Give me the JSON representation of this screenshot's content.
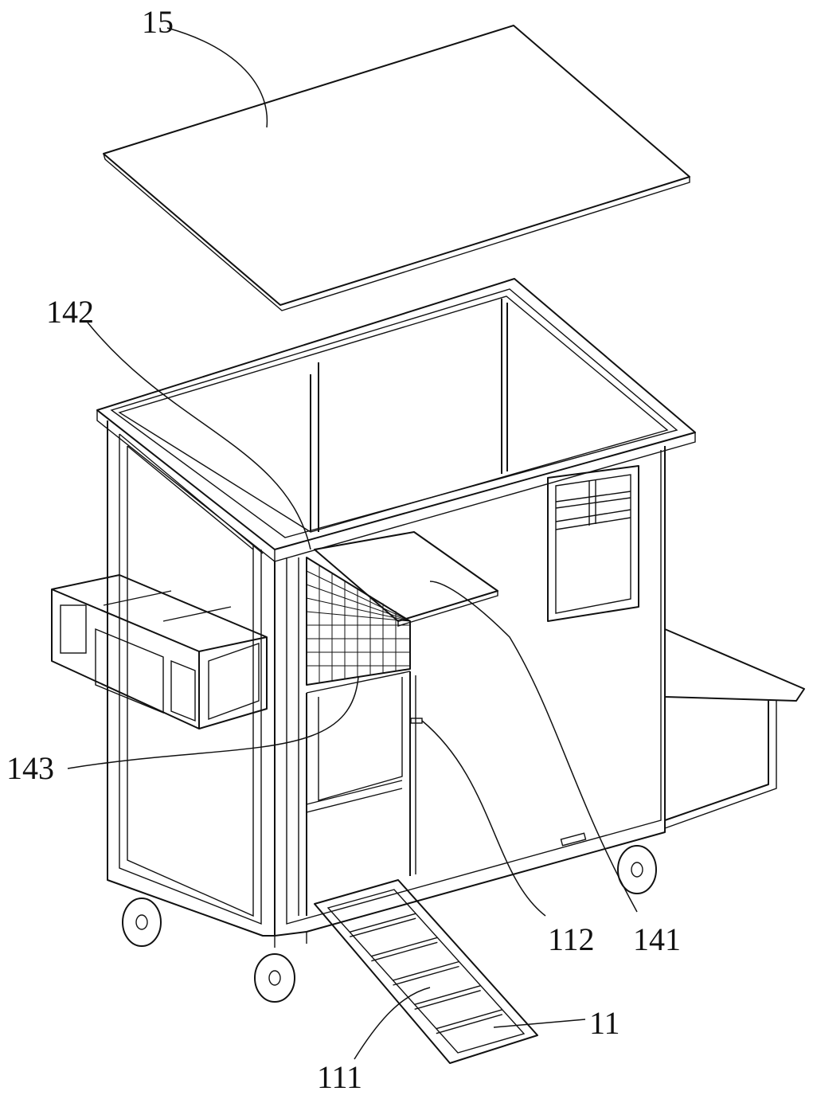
{
  "figure": {
    "labels": {
      "roof_panel": "15",
      "mesh_panel": "142",
      "latch": "143",
      "door_latch": "112",
      "flap": "141",
      "ramp": "11",
      "ramp_rung": "111"
    }
  }
}
